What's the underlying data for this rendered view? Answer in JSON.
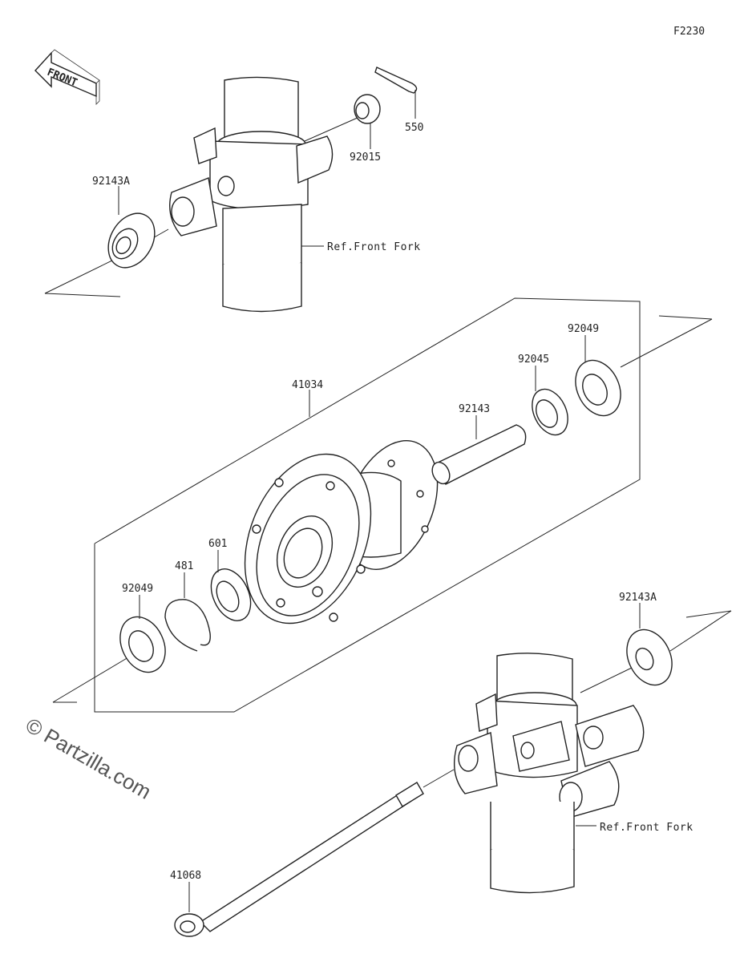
{
  "diagram": {
    "code": "F2230",
    "front_label": "FRONT",
    "watermark": "© Partzilla.com",
    "ref_labels": {
      "upper_fork": "Ref.Front Fork",
      "lower_fork": "Ref.Front Fork"
    },
    "parts": {
      "p550": "550",
      "p92015": "92015",
      "p92143A_top": "92143A",
      "p92049_right": "92049",
      "p92045": "92045",
      "p41034": "41034",
      "p92143": "92143",
      "p601": "601",
      "p481": "481",
      "p92049_left": "92049",
      "p92143A_bottom": "92143A",
      "p41068": "41068"
    }
  }
}
